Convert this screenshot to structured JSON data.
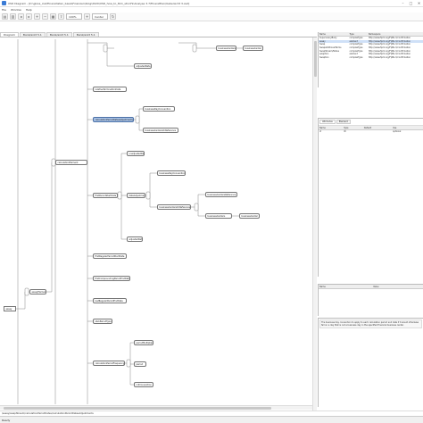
{
  "window": {
    "title": "XSD Diagram - [D:\\gloss_ical\\Finanzdaten_basis\\Finanzen\\blog\\2020\\XSD_how_to_tbm_stru\\FinAnalyse 3.7\\FinanzPlan\\Uebersicht 3.xsd]",
    "minimize": "–",
    "maximize": "□",
    "close": "✕"
  },
  "menu": [
    "File",
    "Window",
    "Help"
  ],
  "toolbar": {
    "zoom": "100%",
    "align": "Center"
  },
  "tabs": [
    "Diagram",
    "Bank/ankt 5.1",
    "Bank/ankt 5.1",
    "Bank/ankt 5.1"
  ],
  "diagram": {
    "root": "essay",
    "essay_child": "essayElement",
    "mid": "calculationElement",
    "selected": "calculationPeriodDatesAdjustments",
    "top_nodes": [
      "adjustedDate",
      "relativeTerminationDate"
    ],
    "right_top": [
      "businessCenters",
      "businessCenter"
    ],
    "adj_children": [
      "businessDayConvention",
      "businessCentersOrReference"
    ],
    "first_period": "firstPeriodStartDate",
    "unadj": "unadjustedDate",
    "date_adj": "dateAdjustments",
    "date_adj_children": [
      "businessDayConvention",
      "businessCentersOrReference"
    ],
    "bcr_children": [
      "businessCentersReference",
      "businessCenters"
    ],
    "bc_leaf": "businessCenter",
    "adjusted": "adjustedDate",
    "simple": [
      "firstRegularPeriodStartDate",
      "firstCompoundingPeriodEndDate",
      "lastRegularPeriodEndDate",
      "stubPeriodType"
    ],
    "freq": "calculationPeriodFrequency",
    "freq_children": [
      "periodMultiplier",
      "period",
      "rollConvention"
    ]
  },
  "properties": {
    "columns": [
      "Name",
      "Type",
      "Namespace"
    ],
    "rows": [
      [
        "SupervisoryBody",
        "complexType",
        "http://www.fpml.org/FpML-5/confirmation"
      ],
      [
        "essay",
        "element",
        "http://www.fpml.org/FpML-5/confirmation"
      ],
      [
        "Swap",
        "complexType",
        "http://www.fpml.org/FpML-5/confirmation"
      ],
      [
        "SwapAdditionalTerms",
        "complexType",
        "http://www.fpml.org/FpML-5/confirmation"
      ],
      [
        "SwapStream/Notes",
        "complexType",
        "http://www.fpml.org/FpML-5/confirmation"
      ],
      [
        "swaption",
        "element",
        "http://www.fpml.org/FpML-5/confirmation"
      ],
      [
        "Swaption",
        "complexType",
        "http://www.fpml.org/FpML-5/confirmation"
      ]
    ]
  },
  "attributes": {
    "tabs": [
      "Attributes",
      "Element"
    ],
    "columns": [
      "Name",
      "Type",
      "Default",
      "Use"
    ],
    "rows": [
      [
        "id",
        "ID",
        "",
        "optional"
      ]
    ]
  },
  "facets": {
    "columns": [
      "Name",
      "Value"
    ]
  },
  "documentation": "The business day convention to apply to each calculation period end date if it would otherwise fall on a day that is not a business day in the specified financial business center.",
  "path": "/essay/swapStream/calculationPeriodDates/calculationPeriodDatesAdjustments",
  "status": "Ready"
}
